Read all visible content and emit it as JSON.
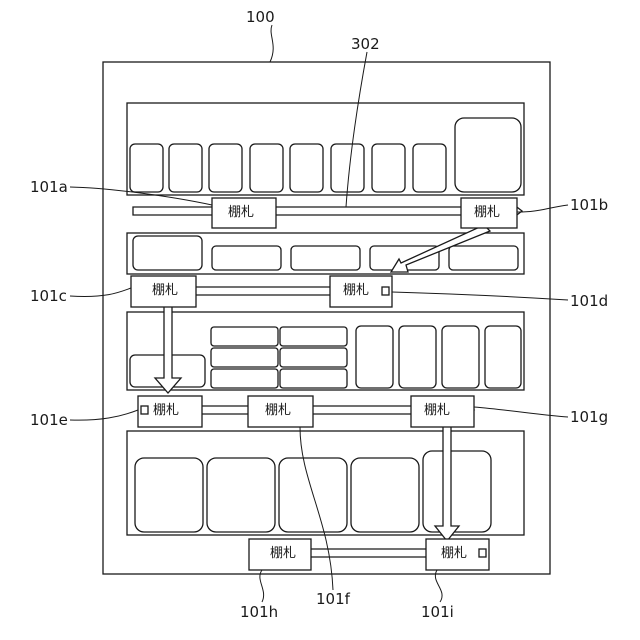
{
  "labels": {
    "body": "100",
    "route": "302",
    "tag_a": "101a",
    "tag_b": "101b",
    "tag_c": "101c",
    "tag_d": "101d",
    "tag_e": "101e",
    "tag_f": "101f",
    "tag_g": "101g",
    "tag_h": "101h",
    "tag_i": "101i"
  },
  "shelf_tag_text": "棚札"
}
